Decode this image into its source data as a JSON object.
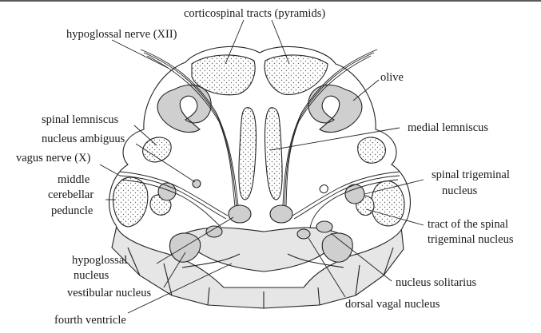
{
  "labels": {
    "corticospinal": "corticospinal tracts (pyramids)",
    "hypoglossal_nerve": "hypoglossal nerve (XII)",
    "olive": "olive",
    "spinal_lemniscus": "spinal lemniscus",
    "nucleus_ambiguus": "nucleus ambiguus",
    "vagus_nerve": "vagus nerve (X)",
    "middle_cerebellar_1": "middle",
    "middle_cerebellar_2": "cerebellar",
    "middle_cerebellar_3": "peduncle",
    "medial_lemniscus": "medial lemniscus",
    "spinal_trigeminal_1": "spinal trigeminal",
    "spinal_trigeminal_2": "nucleus",
    "tract_spinal_trig_1": "tract of the spinal",
    "tract_spinal_trig_2": "trigeminal nucleus",
    "hypoglossal_nucleus_1": "hypoglossal",
    "hypoglossal_nucleus_2": "nucleus",
    "vestibular_nucleus": "vestibular nucleus",
    "fourth_ventricle": "fourth ventricle",
    "nucleus_solitarius": "nucleus solitarius",
    "dorsal_vagal_nucleus": "dorsal vagal nucleus"
  }
}
